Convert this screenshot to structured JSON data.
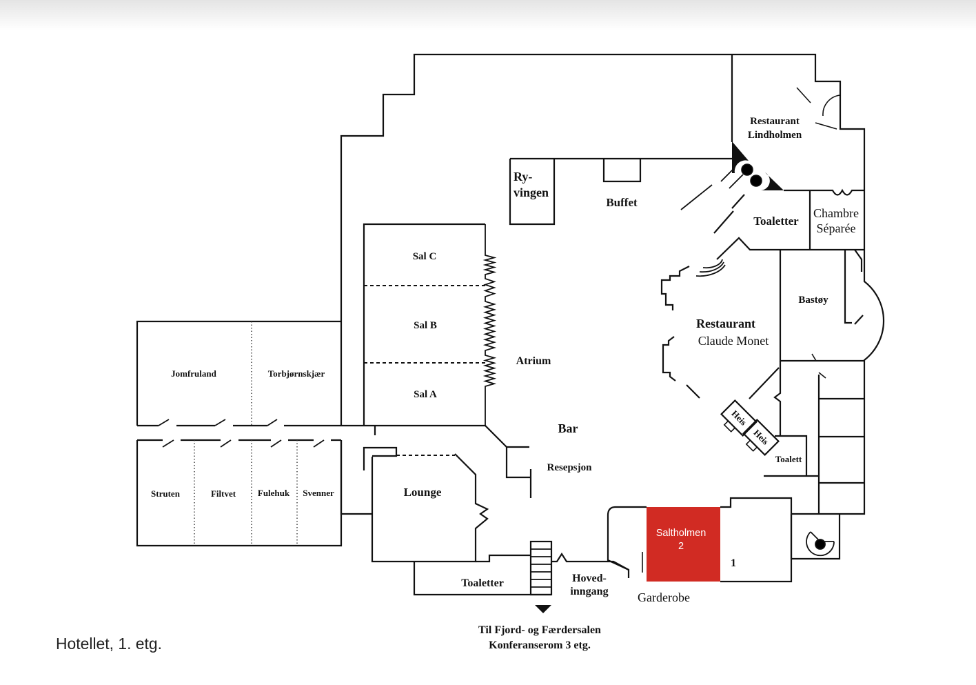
{
  "caption": "Hotellet, 1. etg.",
  "colors": {
    "wall": "#111111",
    "highlight": "#d12b23",
    "highlight_text": "#ffffff"
  },
  "rooms": {
    "restaurant_lindholmen": [
      "Restaurant",
      "Lindholmen"
    ],
    "ryvingen": [
      "Ry-",
      "vingen"
    ],
    "buffet": "Buffet",
    "toaletter_upper": "Toaletter",
    "chambre_separee": [
      "Chambre",
      "Séparée"
    ],
    "sal_c": "Sal C",
    "sal_b": "Sal B",
    "sal_a": "Sal A",
    "atrium": "Atrium",
    "bastoy": "Bastøy",
    "restaurant_claude_monet": [
      "Restaurant",
      "Claude Monet"
    ],
    "jomfruland": "Jomfruland",
    "torbjornskjaer": "Torbjørnskjær",
    "bar": "Bar",
    "heis": [
      "Heis",
      "Heis"
    ],
    "toalett": "Toalett",
    "resepsjon": "Resepsjon",
    "struten": "Struten",
    "filtvet": "Filtvet",
    "fulehuk": "Fulehuk",
    "svenner": "Svenner",
    "lounge": "Lounge",
    "saltholmen_2": [
      "Saltholmen",
      "2"
    ],
    "room_1": "1",
    "toaletter_lower": "Toaletter",
    "hovedinngang": [
      "Hoved-",
      "inngang"
    ],
    "garderobe": "Garderobe"
  },
  "directions": [
    "Til Fjord- og Færdersalen",
    "Konferanserom 3 etg."
  ],
  "icons": {
    "down_arrow": "arrow-down-icon",
    "spiral_stair": "spiral-stair-icon",
    "stairs": "stairs-icon"
  }
}
